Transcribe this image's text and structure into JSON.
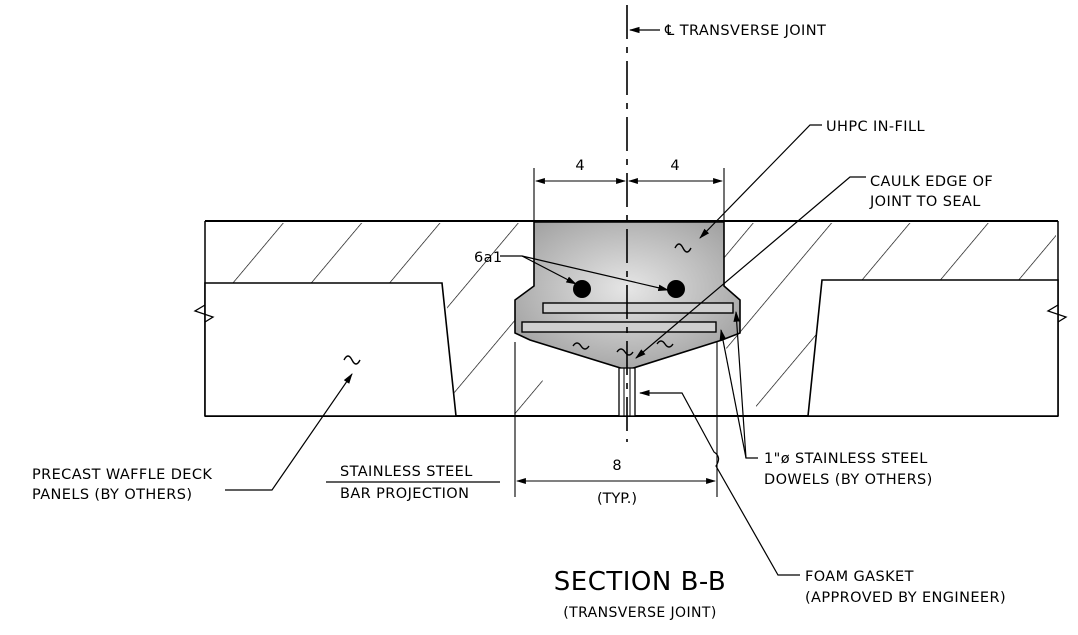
{
  "labels": {
    "centerline": "℄ TRANSVERSE JOINT",
    "uhpc": "UHPC IN-FILL",
    "caulk_line1": "CAULK EDGE OF",
    "caulk_line2": "JOINT TO SEAL",
    "bar_mark": "6a1",
    "precast_line1": "PRECAST WAFFLE DECK",
    "precast_line2": "PANELS (BY OTHERS)",
    "projection_line1": "STAINLESS STEEL",
    "projection_line2": "BAR PROJECTION",
    "dowels_line1": "1\"ø STAINLESS STEEL",
    "dowels_line2": "DOWELS (BY OTHERS)",
    "gasket_line1": "FOAM GASKET",
    "gasket_line2": "(APPROVED BY ENGINEER)"
  },
  "dimensions": {
    "left_half": "4",
    "right_half": "4",
    "total": "8",
    "total_note": "(TYP.)"
  },
  "title": {
    "main": "SECTION B-B",
    "sub": "(TRANSVERSE JOINT)"
  },
  "colors": {
    "line": "#000000",
    "uhpc_fill": "#bdbdbd",
    "background": "#ffffff"
  }
}
